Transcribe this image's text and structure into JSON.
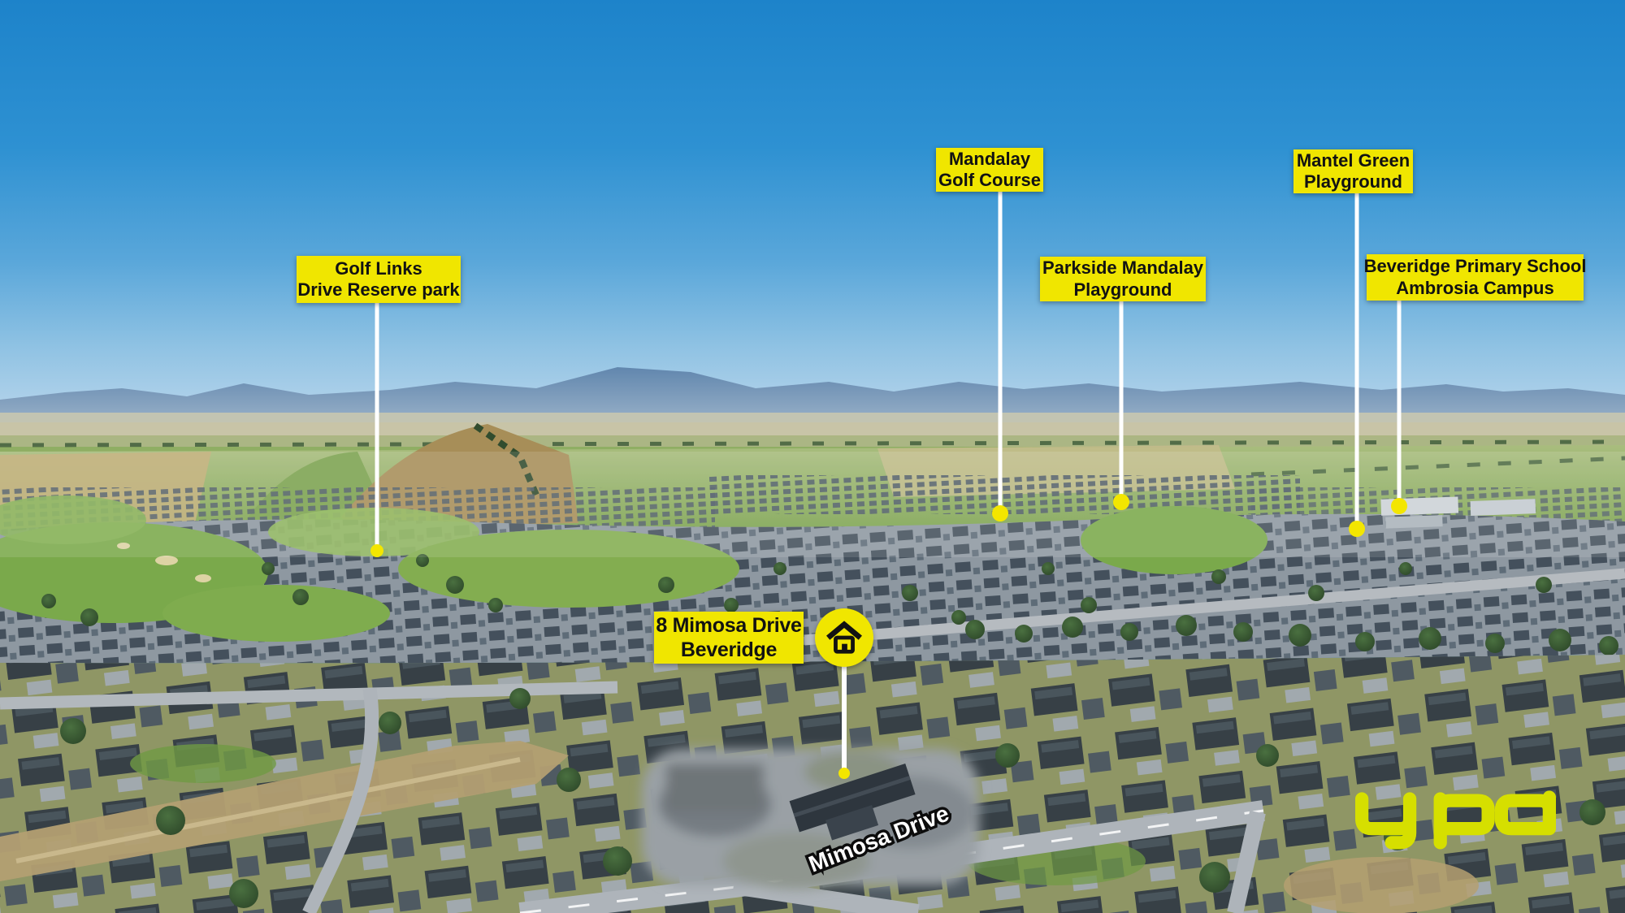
{
  "image_type": "aerial-drone-photo-with-location-callouts",
  "colors": {
    "label_background": "#F0E600",
    "label_text": "#121212",
    "leader_line": "#FFFFFF",
    "marker_dot": "#F3E600",
    "logo_color": "#D6DF00",
    "sky_top": "#1D83CA",
    "sky_horizon": "#B9D6EC"
  },
  "callouts": [
    {
      "id": "golf-links-drive-reserve-park",
      "line1": "Golf Links",
      "line2": "Drive Reserve park"
    },
    {
      "id": "mandalay-golf-course",
      "line1": "Mandalay",
      "line2": "Golf Course"
    },
    {
      "id": "parkside-mandalay-playground",
      "line1": "Parkside Mandalay",
      "line2": "Playground"
    },
    {
      "id": "mantel-green-playground",
      "line1": "Mantel Green",
      "line2": "Playground"
    },
    {
      "id": "beveridge-primary-school",
      "line1": "Beveridge Primary School",
      "line2": "Ambrosia Campus"
    }
  ],
  "property_callout": {
    "line1": "8 Mimosa Drive",
    "line2": "Beveridge",
    "icon": "home-icon"
  },
  "street_label": {
    "text": "Mimosa Drive"
  },
  "logo": {
    "text": "ypa"
  }
}
